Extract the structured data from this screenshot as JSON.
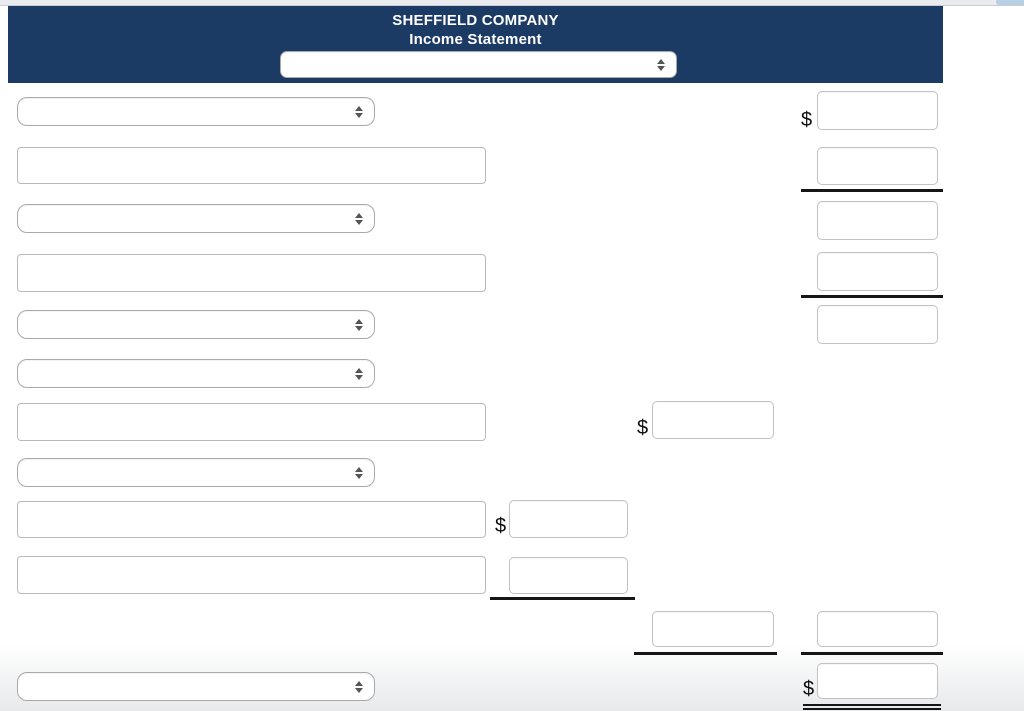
{
  "header": {
    "company_name": "SHEFFIELD COMPANY",
    "statement_title": "Income Statement",
    "bar_color": "#1b3a64",
    "title_color": "#ffffff",
    "period_select": {
      "value": "",
      "icon": "up-down-arrows-icon"
    }
  },
  "currency_symbol": "$",
  "colors": {
    "underline": "#161616",
    "input_border": "#b9b9b9",
    "select_border": "#a9a9a9",
    "top_strip": "#e9ebee"
  },
  "rows": [
    {
      "n": 1,
      "left": {
        "type": "select",
        "value": ""
      },
      "right": {
        "dollar": "$",
        "amount": ""
      }
    },
    {
      "n": 2,
      "left": {
        "type": "input",
        "value": ""
      },
      "right": {
        "amount": "",
        "underline": "single"
      }
    },
    {
      "n": 3,
      "left": {
        "type": "select",
        "value": ""
      },
      "right": {
        "amount": ""
      }
    },
    {
      "n": 4,
      "left": {
        "type": "input",
        "value": ""
      },
      "right": {
        "amount": "",
        "underline": "single"
      }
    },
    {
      "n": 5,
      "left": {
        "type": "select",
        "value": ""
      },
      "right": {
        "amount": ""
      }
    },
    {
      "n": 6,
      "left": {
        "type": "select",
        "value": ""
      }
    },
    {
      "n": 7,
      "left": {
        "type": "input",
        "value": ""
      },
      "middle": {
        "dollar": "$",
        "amount": ""
      }
    },
    {
      "n": 8,
      "left": {
        "type": "select",
        "value": ""
      }
    },
    {
      "n": 9,
      "left": {
        "type": "input",
        "value": ""
      },
      "middle2": {
        "dollar": "$",
        "amount": ""
      }
    },
    {
      "n": 10,
      "left": {
        "type": "input",
        "value": ""
      },
      "middle2": {
        "amount": "",
        "underline": "single"
      }
    },
    {
      "n": 11,
      "middle": {
        "amount": "",
        "underline": "single"
      },
      "right": {
        "amount": "",
        "underline": "single"
      }
    },
    {
      "n": 12,
      "left": {
        "type": "select",
        "value": ""
      },
      "right": {
        "dollar": "$",
        "amount": "",
        "underline": "double"
      }
    }
  ]
}
